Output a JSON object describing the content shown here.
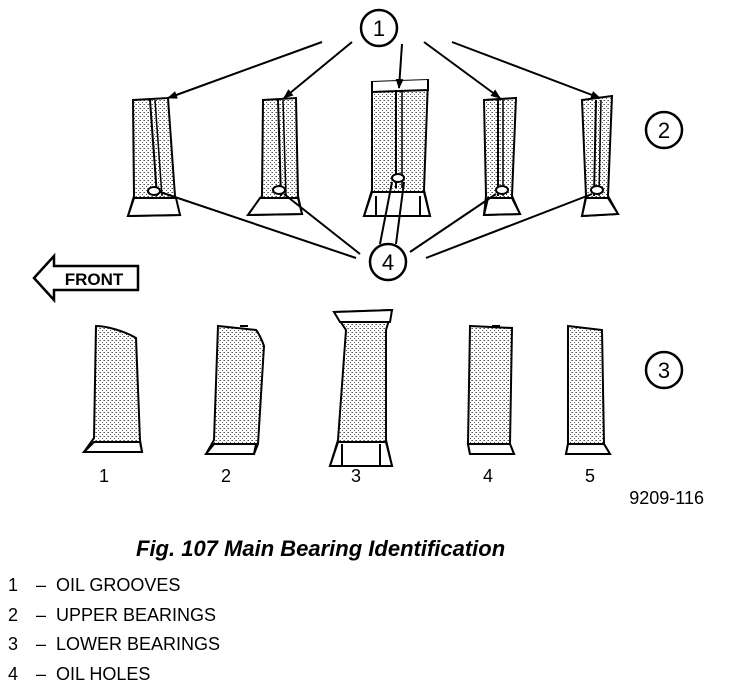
{
  "callouts": {
    "c1": "1",
    "c2": "2",
    "c3": "3",
    "c4": "4"
  },
  "front_label": "FRONT",
  "position_labels": [
    "1",
    "2",
    "3",
    "4",
    "5"
  ],
  "drawing_id": "9209-116",
  "caption": "Fig. 107 Main Bearing Identification",
  "legend": [
    {
      "num": "1",
      "sep": "–",
      "text": "OIL GROOVES"
    },
    {
      "num": "2",
      "sep": "–",
      "text": "UPPER BEARINGS"
    },
    {
      "num": "3",
      "sep": "–",
      "text": "LOWER BEARINGS"
    },
    {
      "num": "4",
      "sep": "–",
      "text": "OIL HOLES"
    }
  ]
}
